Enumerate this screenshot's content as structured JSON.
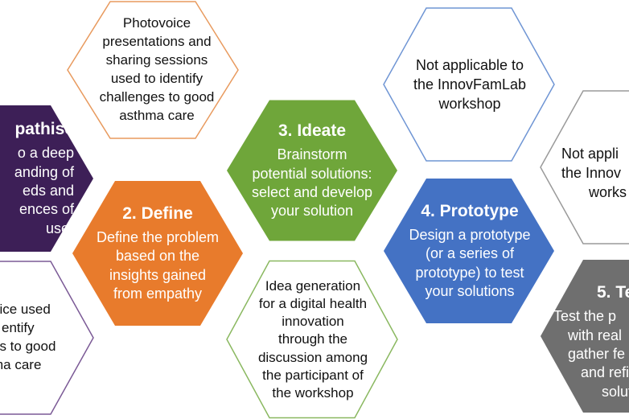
{
  "colors": {
    "empathise": "#3d1f57",
    "define": "#e87b2c",
    "ideate": "#6fa63a",
    "prototype": "#4472c4",
    "test": "#6f6f6f",
    "outline_orange": "#e89a5e",
    "outline_purple": "#7b5a96",
    "outline_green": "#8ab860",
    "outline_blue": "#6f95d4",
    "outline_gray": "#9a9a9a"
  },
  "stages": [
    {
      "key": "empathise",
      "title": "pathise",
      "lines": [
        "o a deep",
        "anding of",
        "eds and",
        "ences of",
        "user"
      ]
    },
    {
      "key": "define",
      "title": "2. Define",
      "lines": [
        "Define the problem",
        "based on the",
        "insights gained",
        "from empathy"
      ]
    },
    {
      "key": "ideate",
      "title": "3. Ideate",
      "lines": [
        "Brainstorm",
        "potential solutions:",
        "select and develop",
        "your solution"
      ]
    },
    {
      "key": "prototype",
      "title": "4. Prototype",
      "lines": [
        "Design a prototype",
        "(or a series of",
        "prototype) to test",
        "your solutions"
      ]
    },
    {
      "key": "test",
      "title": "5. Te",
      "lines": [
        "Test the p",
        "with real",
        "gather fe",
        "and refi",
        "solut"
      ]
    }
  ],
  "notes": [
    {
      "key": "empathise-note-top",
      "lines": [
        "Photovoice",
        "presentations and",
        "sharing sessions",
        "used to identify",
        "challenges to good",
        "asthma care"
      ]
    },
    {
      "key": "empathise-note-bottom",
      "lines": [
        "oice used",
        "entify",
        "es to good",
        "ma care"
      ]
    },
    {
      "key": "ideate-note",
      "lines": [
        "Idea generation",
        "for a digital health",
        "innovation",
        "through the",
        "discussion among",
        "the participant of",
        "the workshop"
      ]
    },
    {
      "key": "prototype-note",
      "lines": [
        "Not applicable to",
        "the InnovFamLab",
        "workshop"
      ]
    },
    {
      "key": "test-note",
      "lines": [
        "Not appli",
        "the Innov",
        "works"
      ]
    }
  ]
}
